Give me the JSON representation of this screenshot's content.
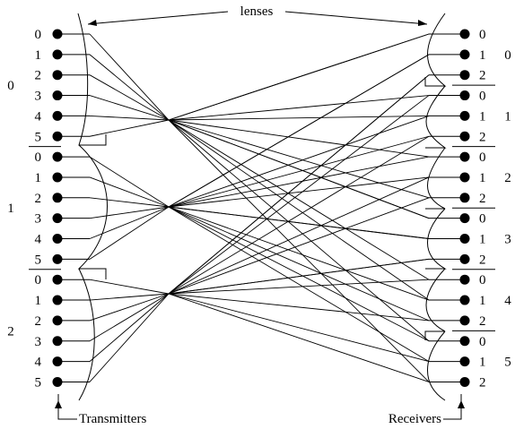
{
  "title_label": "lenses",
  "transmitters_label": "Transmitters",
  "receivers_label": "Receivers",
  "transmitter_groups": [
    {
      "label": "0",
      "indices": [
        "0",
        "1",
        "2",
        "3",
        "4",
        "5"
      ]
    },
    {
      "label": "1",
      "indices": [
        "0",
        "1",
        "2",
        "3",
        "4",
        "5"
      ]
    },
    {
      "label": "2",
      "indices": [
        "0",
        "1",
        "2",
        "3",
        "4",
        "5"
      ]
    }
  ],
  "receiver_groups": [
    {
      "label": "0",
      "indices": [
        "0",
        "1",
        "2"
      ]
    },
    {
      "label": "1",
      "indices": [
        "0",
        "1",
        "2"
      ]
    },
    {
      "label": "2",
      "indices": [
        "0",
        "1",
        "2"
      ]
    },
    {
      "label": "3",
      "indices": [
        "0",
        "1",
        "2"
      ]
    },
    {
      "label": "4",
      "indices": [
        "0",
        "1",
        "2"
      ]
    },
    {
      "label": "5",
      "indices": [
        "0",
        "1",
        "2"
      ]
    }
  ]
}
